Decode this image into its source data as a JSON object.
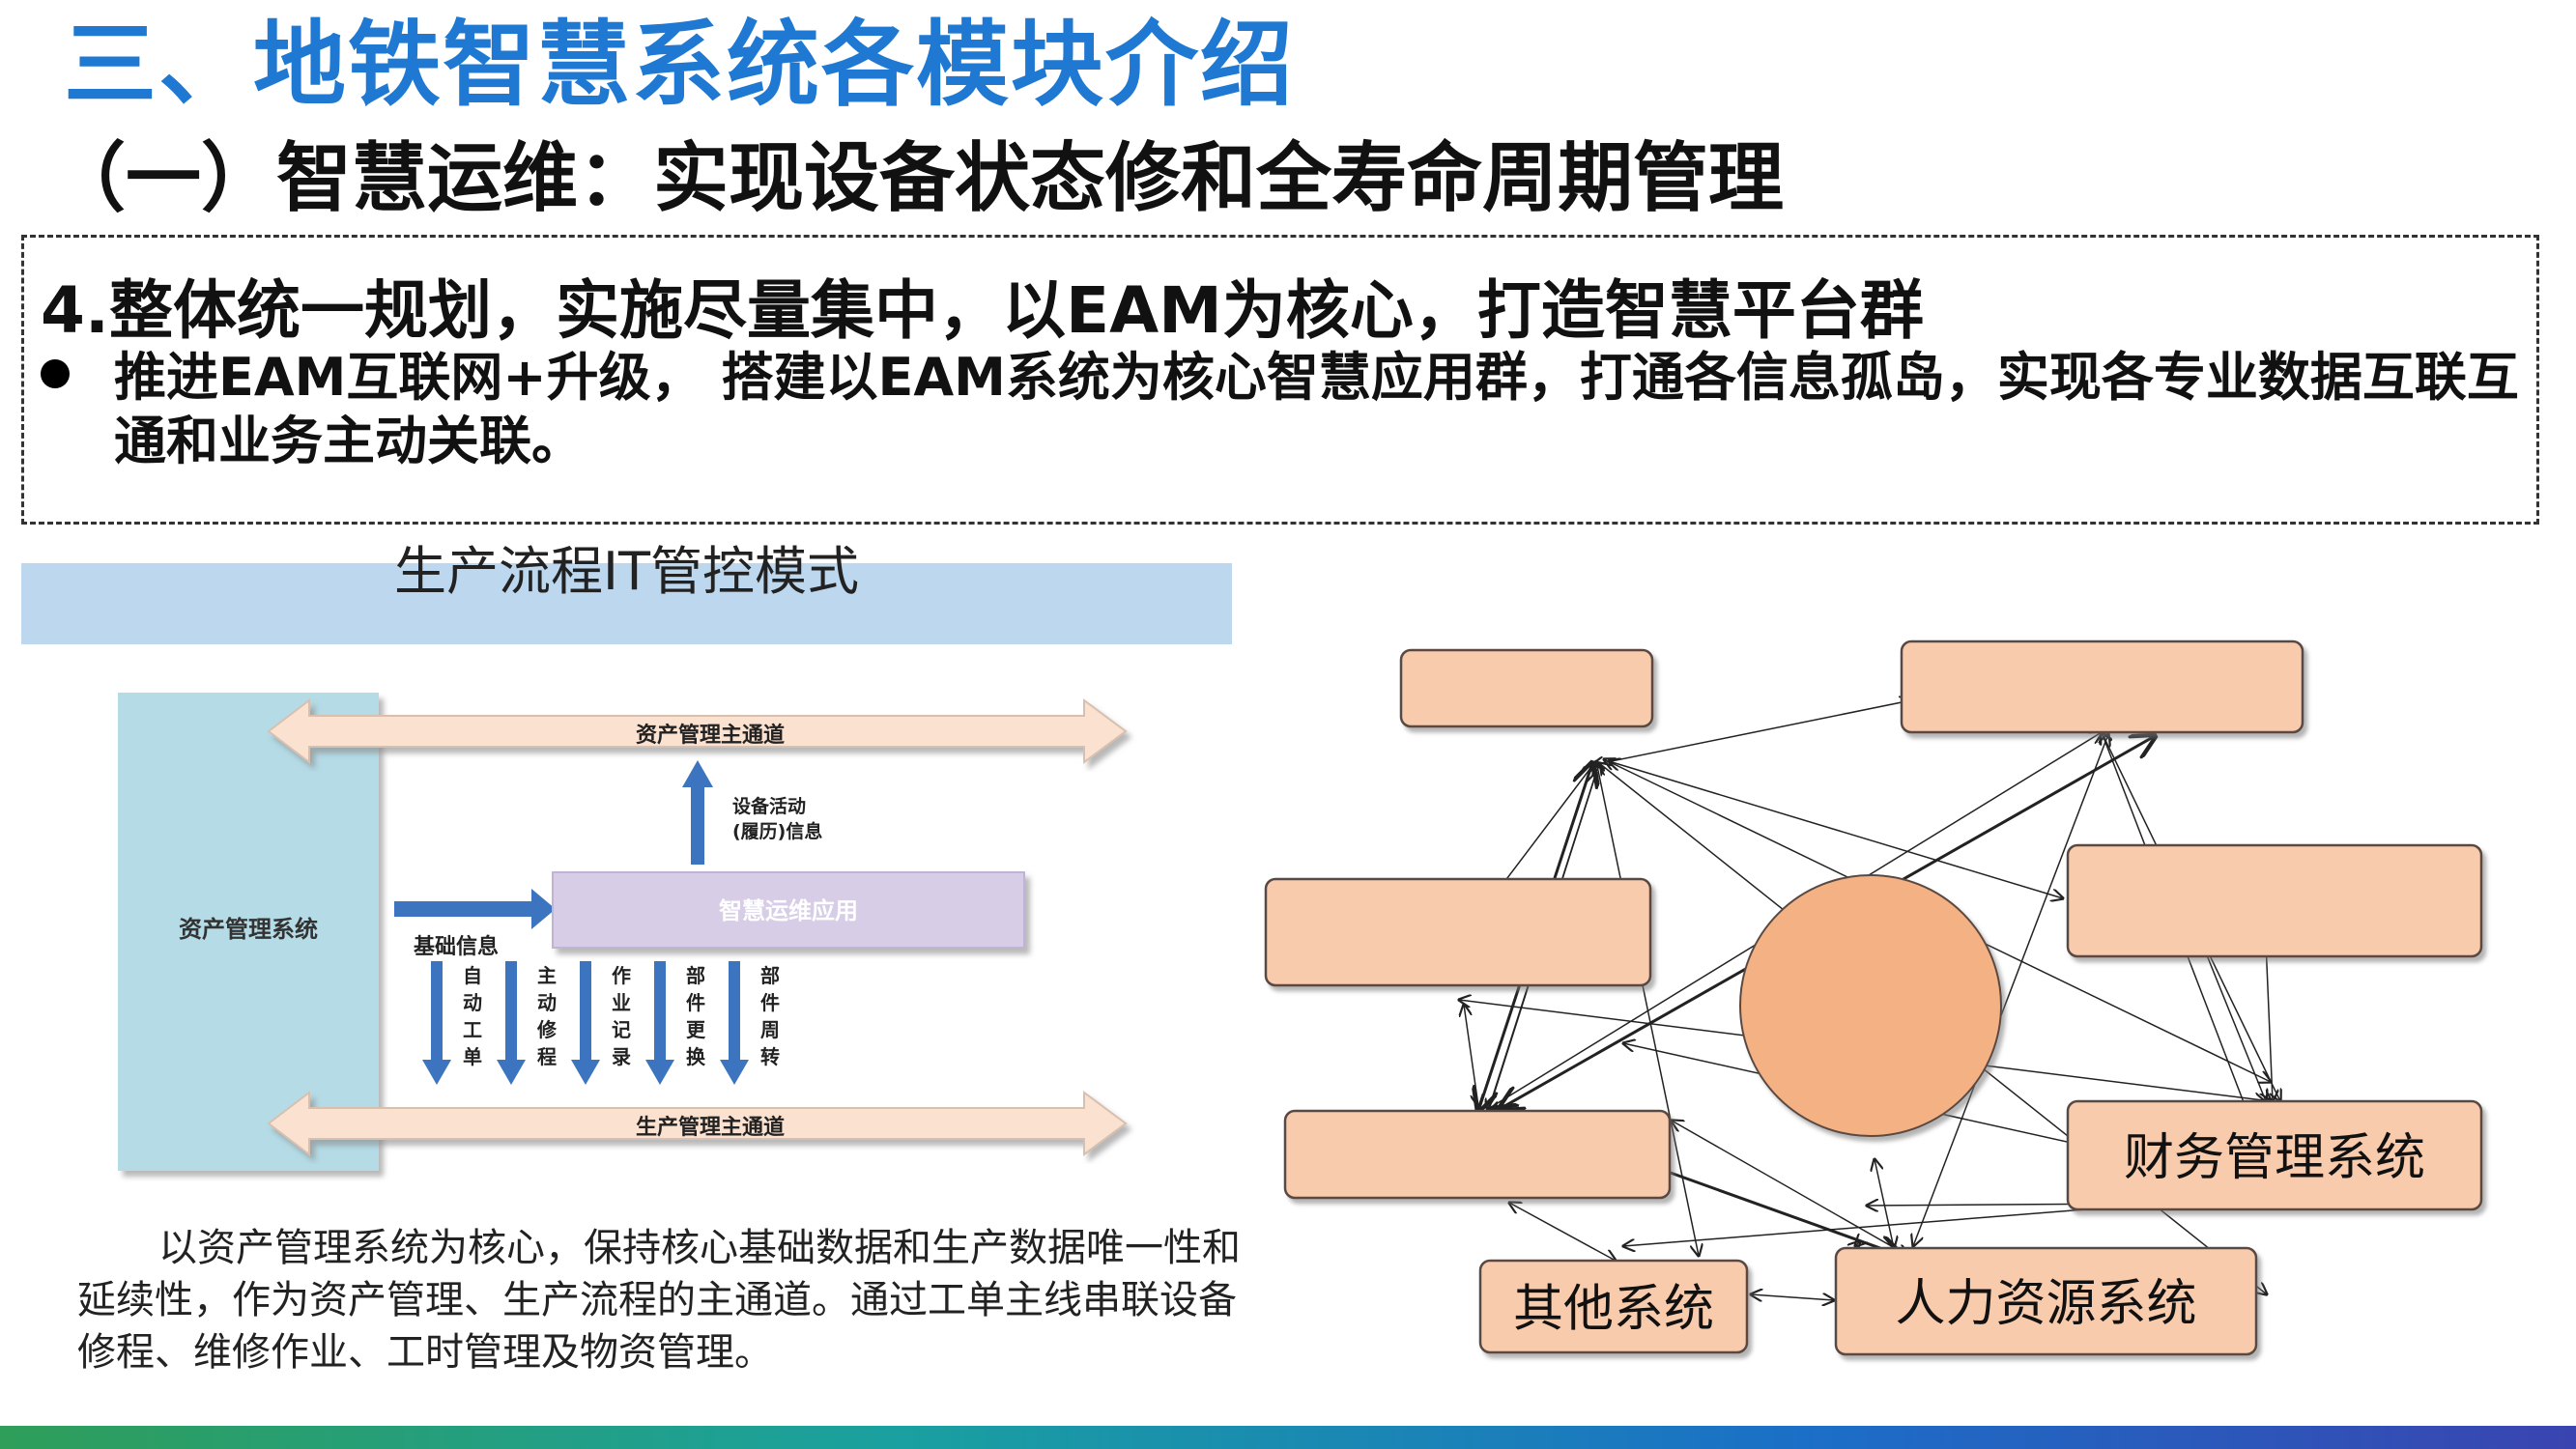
{
  "slide": {
    "title": "三、地铁智慧系统各模块介绍",
    "subtitle": "（一）智慧运维：实现设备状态修和全寿命周期管理",
    "box_heading": "4.整体统一规划，实施尽量集中，以EAM为核心，打造智慧平台群",
    "bullet": "推进EAM互联网+升级， 搭建以EAM系统为核心智慧应用群，打通各信息孤岛，实现各专业数据互联互通和业务主动关联。"
  },
  "flow_diagram": {
    "band_title": "生产流程IT管控模式",
    "asset_system": "资产管理系统",
    "top_channel": "资产管理主通道",
    "bottom_channel": "生产管理主通道",
    "base_info": "基础信息",
    "activity_info_line1": "设备活动",
    "activity_info_line2": "(履历)信息",
    "app_box": "智慧运维应用",
    "sub_arrows": [
      "自动工单",
      "主动修程",
      "作业记录",
      "部件更换",
      "部件周转"
    ],
    "description": "以资产管理系统为核心，保持核心基础数据和生产数据唯一性和延续性，作为资产管理、生产流程的主通道。通过工单主线串联设备修程、维修作业、工时管理及物资管理。"
  },
  "network_diagram": {
    "nodes": [
      {
        "id": "n1",
        "label": ""
      },
      {
        "id": "n2",
        "label": ""
      },
      {
        "id": "n3",
        "label": ""
      },
      {
        "id": "n4",
        "label": ""
      },
      {
        "id": "n5",
        "label": ""
      },
      {
        "id": "n6",
        "label": "财务管理系统"
      },
      {
        "id": "n7",
        "label": "其他系统"
      },
      {
        "id": "n8",
        "label": "人力资源系统"
      }
    ],
    "colors": {
      "node_fill": "#f8cbad",
      "center_fill": "#f4b183",
      "node_stroke": "#5a4a42"
    }
  },
  "colors": {
    "title": "#1f78d1",
    "band": "#bdd7ee",
    "asset_panel": "#b4dbe6",
    "app_box": "#d7cde6",
    "channel_arrow": "#fbe1cf",
    "blue_arrow": "#3d74c0"
  }
}
